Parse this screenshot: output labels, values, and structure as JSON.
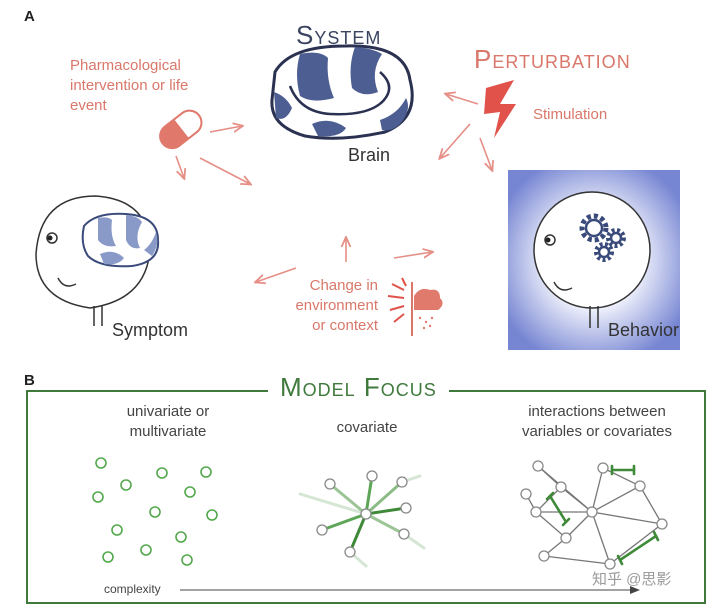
{
  "panelA": {
    "label": "A",
    "system_title": "System",
    "perturbation_title": "Perturbation",
    "intervention_text": [
      "Pharmacological",
      "intervention or life",
      "event"
    ],
    "stimulation": "Stimulation",
    "brain": "Brain",
    "symptom": "Symptom",
    "behavior": "Behavior",
    "change_text": [
      "Change in",
      "environment",
      "or context"
    ]
  },
  "panelB": {
    "label": "B",
    "title": "Model Focus",
    "col1": [
      "univariate or",
      "multivariate"
    ],
    "col2": "covariate",
    "col3": [
      "interactions between",
      "variables or covariates"
    ],
    "complexity": "complexity"
  },
  "watermark": "知乎 @思影",
  "colors": {
    "accent_red": "#d9776a",
    "brain_blue": "#4d5e92",
    "model_green": "#3f7a3c",
    "node_green": "#54a84c"
  }
}
